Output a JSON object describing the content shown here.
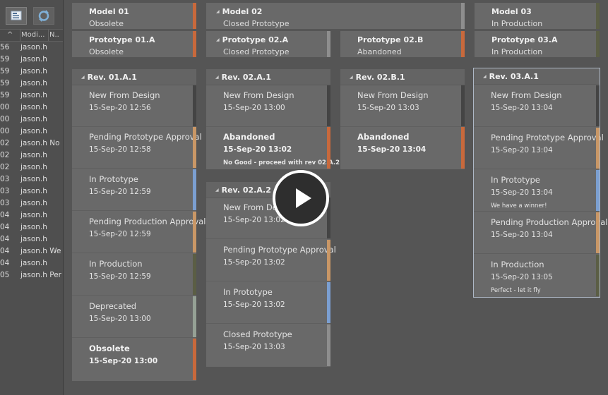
{
  "log_panel": {
    "headers": {
      "sort": "^",
      "modified": "Modi...",
      "note": "N.."
    },
    "rows": [
      {
        "time": "56",
        "user": "jason.h"
      },
      {
        "time": "59",
        "user": "jason.h"
      },
      {
        "time": "59",
        "user": "jason.h"
      },
      {
        "time": "59",
        "user": "jason.h"
      },
      {
        "time": "59",
        "user": "jason.h"
      },
      {
        "time": "00",
        "user": "jason.h"
      },
      {
        "time": "00",
        "user": "jason.h"
      },
      {
        "time": "00",
        "user": "jason.h"
      },
      {
        "time": "02",
        "user": "jason.h No"
      },
      {
        "time": "02",
        "user": "jason.h"
      },
      {
        "time": "02",
        "user": "jason.h"
      },
      {
        "time": "03",
        "user": "jason.h"
      },
      {
        "time": "03",
        "user": "jason.h"
      },
      {
        "time": "03",
        "user": "jason.h"
      },
      {
        "time": "04",
        "user": "jason.h"
      },
      {
        "time": "04",
        "user": "jason.h"
      },
      {
        "time": "04",
        "user": "jason.h"
      },
      {
        "time": "04",
        "user": "jason.h We"
      },
      {
        "time": "04",
        "user": "jason.h"
      },
      {
        "time": "05",
        "user": "jason.h Per"
      }
    ]
  },
  "colors": {
    "orange": "#c8693c",
    "gray": "#8e8e8e",
    "olive": "#5b5e45",
    "dark": "#444444",
    "tan": "#c99766",
    "blue": "#7b9fd1",
    "sage": "#95a195"
  },
  "models": {
    "m01": {
      "title": "Model 01",
      "status": "Obsolete"
    },
    "m02": {
      "title": "Model 02",
      "status": "Closed Prototype"
    },
    "m03": {
      "title": "Model 03",
      "status": "In Production"
    }
  },
  "prototypes": {
    "p01a": {
      "title": "Prototype 01.A",
      "status": "Obsolete"
    },
    "p02a": {
      "title": "Prototype 02.A",
      "status": "Closed Prototype"
    },
    "p02b": {
      "title": "Prototype 02.B",
      "status": "Abandoned"
    },
    "p03a": {
      "title": "Prototype 03.A",
      "status": "In Production"
    }
  },
  "revisions": {
    "r01a1": {
      "title": "Rev. 01.A.1",
      "states": [
        {
          "name": "New From Design",
          "date": "15-Sep-20 12:56"
        },
        {
          "name": "Pending Prototype Approval",
          "date": "15-Sep-20 12:58"
        },
        {
          "name": "In Prototype",
          "date": "15-Sep-20 12:59"
        },
        {
          "name": "Pending Production Approval",
          "date": "15-Sep-20 12:59"
        },
        {
          "name": "In Production",
          "date": "15-Sep-20 12:59"
        },
        {
          "name": "Deprecated",
          "date": "15-Sep-20 13:00"
        },
        {
          "name": "Obsolete",
          "date": "15-Sep-20 13:00"
        }
      ]
    },
    "r02a1": {
      "title": "Rev. 02.A.1",
      "states": [
        {
          "name": "New From Design",
          "date": "15-Sep-20 13:00"
        },
        {
          "name": "Abandoned",
          "date": "15-Sep-20 13:02",
          "note": "No Good - proceed with rev 02.A.2"
        }
      ]
    },
    "r02b1": {
      "title": "Rev. 02.B.1",
      "states": [
        {
          "name": "New From Design",
          "date": "15-Sep-20 13:03"
        },
        {
          "name": "Abandoned",
          "date": "15-Sep-20 13:04"
        }
      ]
    },
    "r02a2": {
      "title": "Rev. 02.A.2",
      "states": [
        {
          "name": "New From Design",
          "date": "15-Sep-20 13:02"
        },
        {
          "name": "Pending Prototype Approval",
          "date": "15-Sep-20 13:02"
        },
        {
          "name": "In Prototype",
          "date": "15-Sep-20 13:02"
        },
        {
          "name": "Closed Prototype",
          "date": "15-Sep-20 13:03"
        }
      ]
    },
    "r03a1": {
      "title": "Rev. 03.A.1",
      "states": [
        {
          "name": "New From Design",
          "date": "15-Sep-20 13:04"
        },
        {
          "name": "Pending Prototype Approval",
          "date": "15-Sep-20 13:04"
        },
        {
          "name": "In Prototype",
          "date": "15-Sep-20 13:04",
          "note": "We have a winner!"
        },
        {
          "name": "Pending Production Approval",
          "date": "15-Sep-20 13:04"
        },
        {
          "name": "In Production",
          "date": "15-Sep-20 13:05",
          "note": "Perfect - let it fly"
        }
      ]
    }
  }
}
